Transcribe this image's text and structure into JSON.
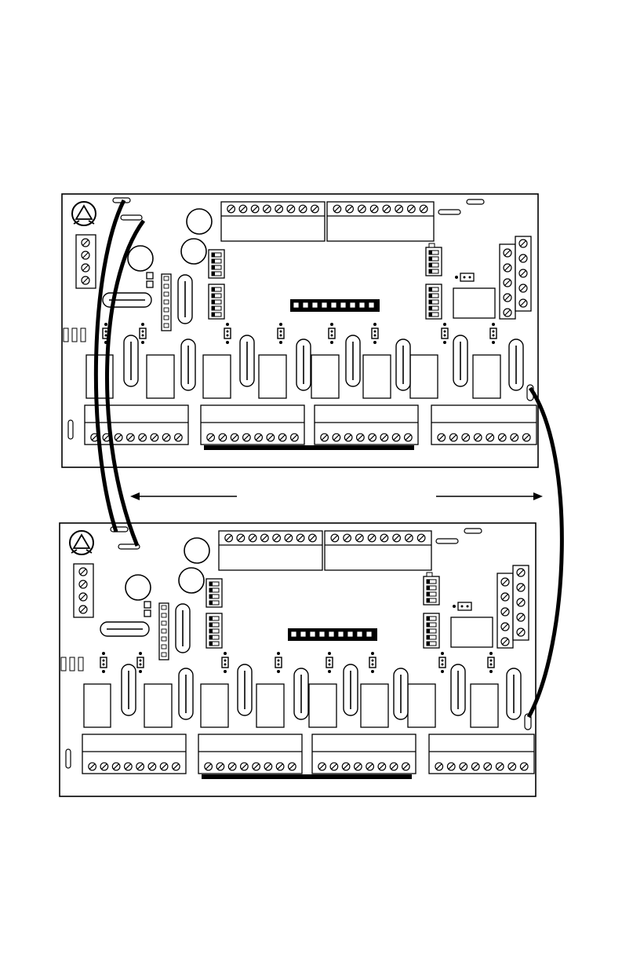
{
  "diagram": {
    "board_count": 2,
    "boards": [
      {
        "id": "top",
        "terminal_rows_top": 2,
        "terminal_rows_bottom": 4,
        "relays": 8,
        "side_terminals": 2
      },
      {
        "id": "bottom",
        "terminal_rows_top": 2,
        "terminal_rows_bottom": 4,
        "relays": 8,
        "side_terminals": 2
      }
    ],
    "connections": [
      {
        "name": "left-cable-1",
        "from": "top-board-left-connector-1",
        "to": "bottom-board-left-connector-1"
      },
      {
        "name": "left-cable-2",
        "from": "top-board-left-connector-2",
        "to": "bottom-board-left-connector-2"
      },
      {
        "name": "right-cable",
        "from": "top-board-right-connector",
        "to": "bottom-board-right-connector"
      }
    ],
    "arrows": [
      "left",
      "right"
    ],
    "colors": {
      "stroke": "#000000",
      "background": "#ffffff"
    }
  }
}
